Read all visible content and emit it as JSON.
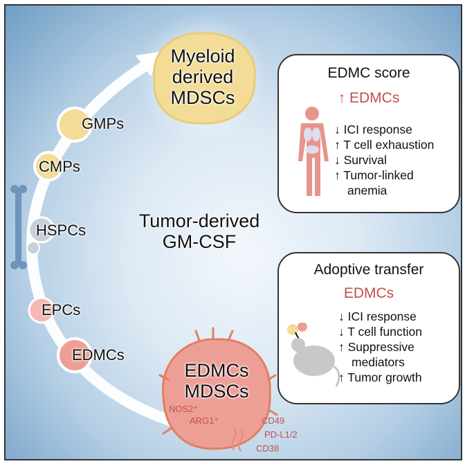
{
  "top_cell": {
    "lines": [
      "Myeloid",
      "derived",
      "MDSCs"
    ]
  },
  "progenitors": [
    {
      "label": "GMPs"
    },
    {
      "label": "CMPs"
    },
    {
      "label": "HSPCs"
    },
    {
      "label": "EPCs"
    },
    {
      "label": "EDMCs"
    }
  ],
  "center_label": {
    "lines": [
      "Tumor-derived",
      "GM-CSF"
    ]
  },
  "bottom_cell": {
    "lines": [
      "EDMCs",
      "MDSCs"
    ],
    "markers": [
      "NOS2⁺",
      "ARG1⁺",
      "CD49",
      "PD-L1/2",
      "CD38"
    ]
  },
  "edmc_score_box": {
    "title": "EDMC score",
    "highlight": "↑ EDMCs",
    "items": [
      "↓ ICI response",
      "↑ T cell exhaustion",
      "↓ Survival",
      "↑ Tumor-linked",
      "anemia"
    ]
  },
  "adoptive_box": {
    "title": "Adoptive transfer",
    "highlight": "EDMCs",
    "items": [
      "↓ ICI response",
      "↓ T cell function",
      "↑ Suppressive",
      "mediators",
      "↑ Tumor growth"
    ]
  },
  "colors": {
    "yellow": "#f3dc96",
    "pink": "#ee9f95",
    "red_text": "#c0504d",
    "grey": "#c7d0da"
  }
}
